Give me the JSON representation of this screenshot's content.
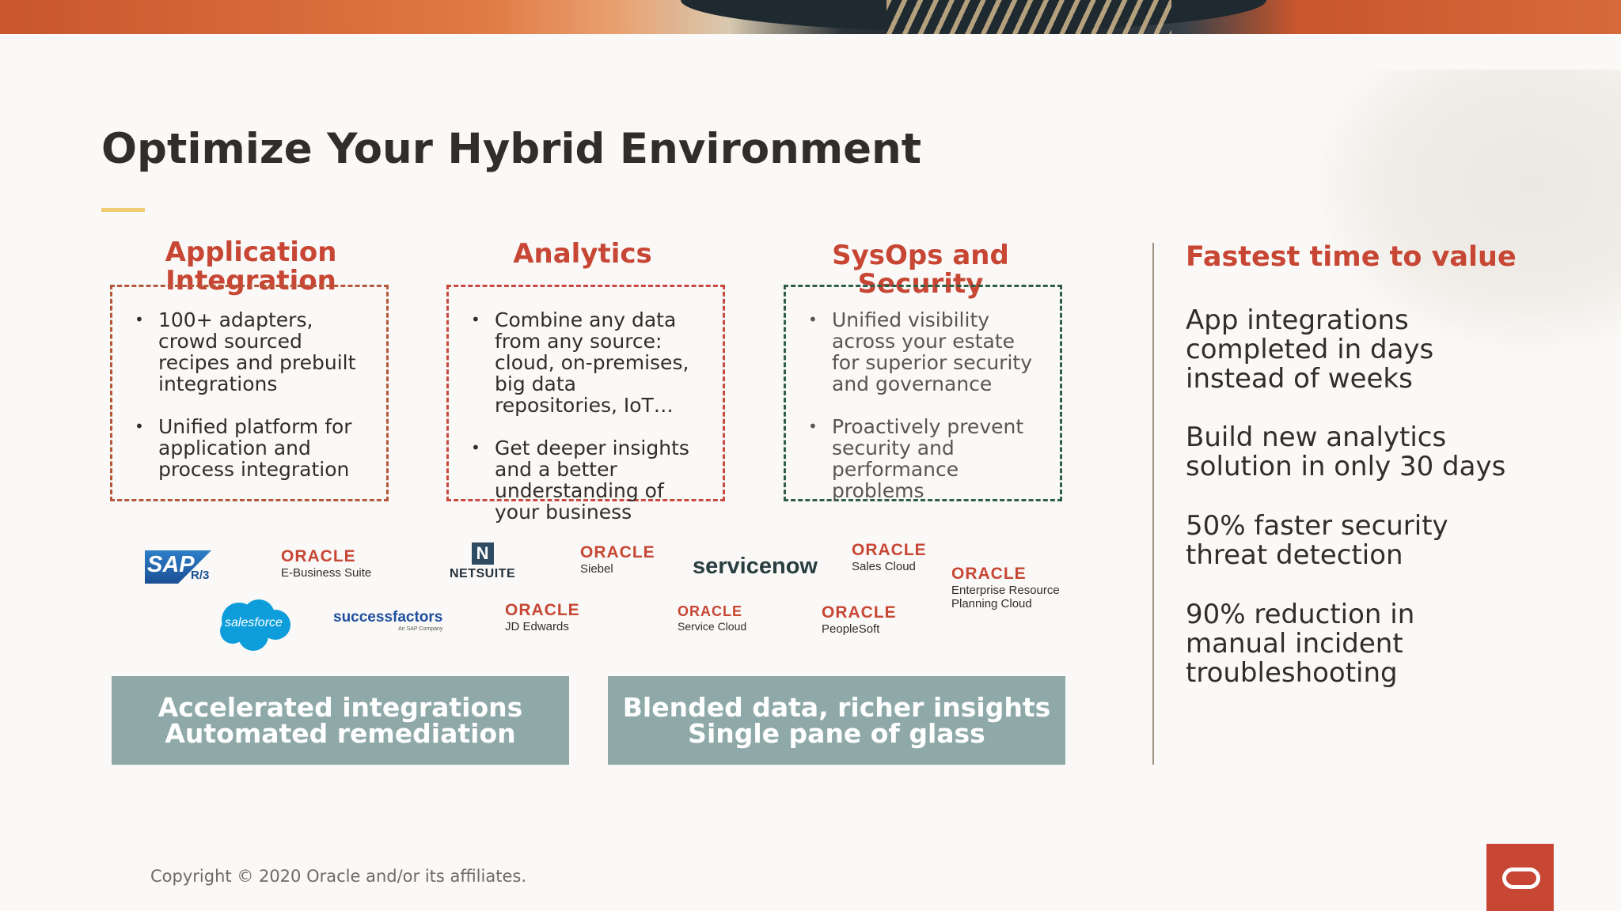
{
  "slide": {
    "title": "Optimize Your Hybrid Environment"
  },
  "columns": [
    {
      "heading": "Application Integration",
      "bullets": [
        "100+ adapters, crowd sourced recipes and prebuilt integrations",
        "Unified platform for application and process integration"
      ]
    },
    {
      "heading": "Analytics",
      "bullets": [
        "Combine any data from any source: cloud, on-premises, big data repositories, IoT…",
        "Get deeper insights and a better understanding of your business"
      ]
    },
    {
      "heading": "SysOps and Security",
      "bullets": [
        "Unified visibility across your estate for superior security and governance",
        "Proactively prevent security and performance problems"
      ]
    }
  ],
  "logos": {
    "sap": {
      "name": "SAP",
      "suffix": "R/3"
    },
    "oracle_ebs": {
      "brand": "ORACLE",
      "product": "E-Business Suite"
    },
    "netsuite": {
      "name": "NETSUITE",
      "mark": "N"
    },
    "oracle_siebel": {
      "brand": "ORACLE",
      "product": "Siebel"
    },
    "servicenow": {
      "name": "servicenow"
    },
    "oracle_sales_cloud": {
      "brand": "ORACLE",
      "product": "Sales Cloud"
    },
    "oracle_erp": {
      "brand": "ORACLE",
      "product": "Enterprise Resource Planning Cloud"
    },
    "salesforce": {
      "name": "salesforce"
    },
    "successfactors": {
      "name": "successfactors",
      "tagline": "An SAP Company"
    },
    "oracle_jde": {
      "brand": "ORACLE",
      "product": "JD Edwards"
    },
    "oracle_service_cloud": {
      "brand": "ORACLE",
      "product": "Service Cloud"
    },
    "oracle_peoplesoft": {
      "brand": "ORACLE",
      "product": "PeopleSoft"
    }
  },
  "banners": [
    {
      "line1": "Accelerated integrations",
      "line2": "Automated remediation"
    },
    {
      "line1": "Blended data, richer insights",
      "line2": "Single pane of glass"
    }
  ],
  "value": {
    "heading": "Fastest time to value",
    "stats": [
      "App integrations completed in days instead of weeks",
      "Build new analytics solution in only 30 days",
      "50% faster security threat detection",
      "90% reduction in manual incident troubleshooting"
    ]
  },
  "footer": {
    "copyright": "Copyright © 2020 Oracle and/or its affiliates."
  },
  "colors": {
    "accent_red": "#c74634",
    "banner_teal": "#8fa9a9",
    "title_rule": "#f0cc71",
    "security_green": "#2f5e47"
  }
}
